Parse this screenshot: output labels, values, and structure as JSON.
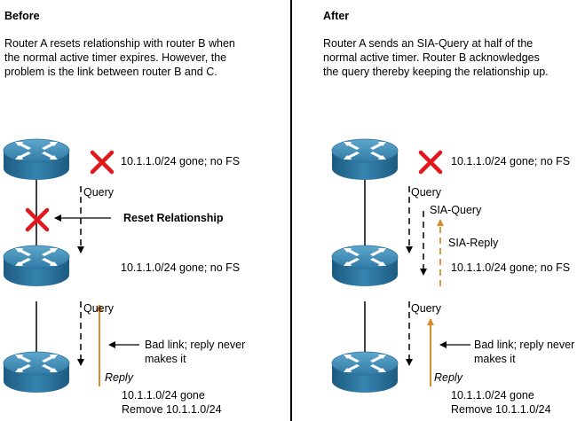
{
  "colors": {
    "router_top": "#3f8cb4",
    "router_side": "#1f5f86",
    "cross": "#e2171b",
    "reply_arrow": "#d98b2a",
    "divider": "#000000"
  },
  "before": {
    "heading": "Before",
    "description": "Router A resets relationship with router B when\nthe normal active timer expires. However, the\nproblem is the link between router B and C.",
    "router_a_status": "10.1.1.0/24 gone; no FS",
    "query_a_b": "Query",
    "reset_label": "Reset Relationship",
    "router_b_status": "10.1.1.0/24 gone; no FS",
    "query_b_c": "Query",
    "bad_link_note": "Bad link; reply never\nmakes it",
    "reply_label": "Reply",
    "router_c_status": "10.1.1.0/24 gone\nRemove 10.1.1.0/24"
  },
  "after": {
    "heading": "After",
    "description": "Router A sends an SIA-Query at half of the\nnormal active timer. Router B acknowledges\nthe query thereby keeping the relationship up.",
    "router_a_status": "10.1.1.0/24 gone; no FS",
    "query_a_b": "Query",
    "sia_query_label": "SIA-Query",
    "sia_reply_label": "SIA-Reply",
    "router_b_status": "10.1.1.0/24 gone; no FS",
    "query_b_c": "Query",
    "bad_link_note": "Bad link; reply never\nmakes it",
    "reply_label": "Reply",
    "router_c_status": "10.1.1.0/24 gone\nRemove 10.1.1.0/24"
  }
}
